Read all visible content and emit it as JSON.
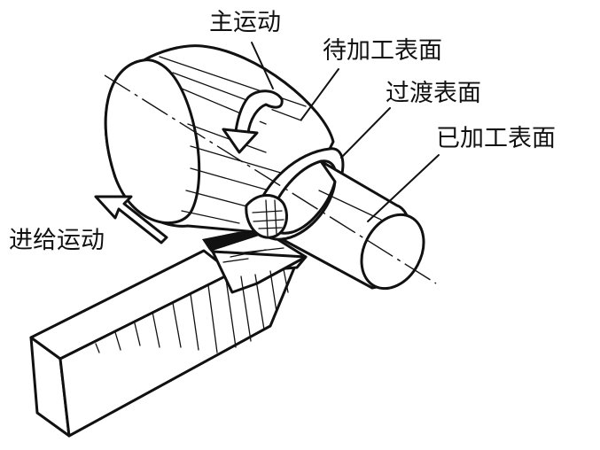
{
  "labels": {
    "main_motion": "主运动",
    "workpiece_surface": "待加工表面",
    "transition_surface": "过渡表面",
    "machined_surface": "已加工表面",
    "feed_motion": "进给运动"
  },
  "colors": {
    "ink": "#111111",
    "paper": "#ffffff"
  }
}
